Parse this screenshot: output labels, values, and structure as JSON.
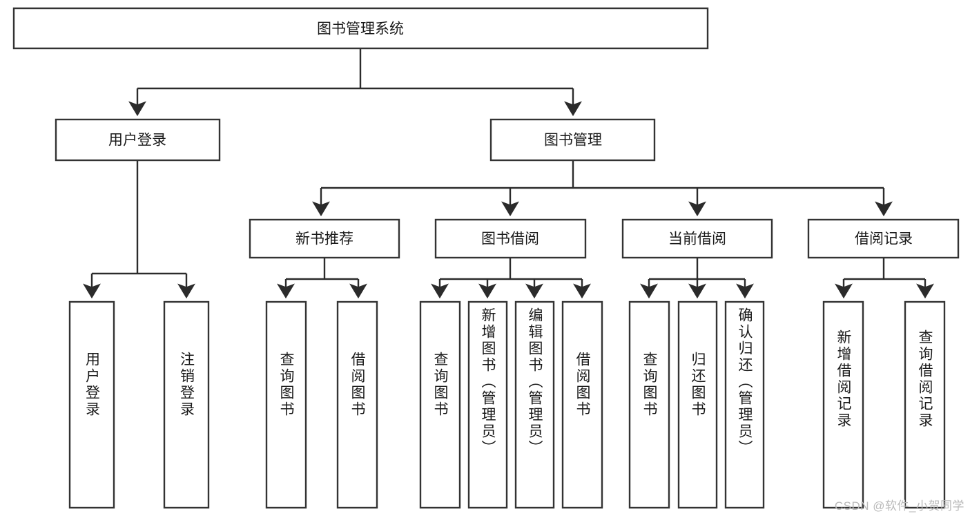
{
  "diagram": {
    "type": "tree",
    "title": "图书管理系统",
    "watermark": "CSDN @软件_小贺同学",
    "colors": {
      "box_stroke": "#333333",
      "box_fill": "#ffffff",
      "connector": "#2b2b2b",
      "text": "#1a1a1a",
      "watermark": "#b9b9b9",
      "background": "#ffffff"
    },
    "root": {
      "label": "图书管理系统",
      "id": "root-system"
    },
    "level2": [
      {
        "id": "user-login",
        "label": "用户登录"
      },
      {
        "id": "book-management",
        "label": "图书管理"
      }
    ],
    "level3": [
      {
        "id": "new-book-recommend",
        "label": "新书推荐",
        "parent": "book-management"
      },
      {
        "id": "book-borrow",
        "label": "图书借阅",
        "parent": "book-management"
      },
      {
        "id": "current-borrow",
        "label": "当前借阅",
        "parent": "book-management"
      },
      {
        "id": "borrow-record",
        "label": "借阅记录",
        "parent": "book-management"
      }
    ],
    "leaves": [
      {
        "id": "leaf-user-login",
        "label": "用户登录",
        "parent": "user-login"
      },
      {
        "id": "leaf-logout-login",
        "label": "注销登录",
        "parent": "user-login"
      },
      {
        "id": "leaf-query-book-1",
        "label": "查询图书",
        "parent": "new-book-recommend"
      },
      {
        "id": "leaf-borrow-book-1",
        "label": "借阅图书",
        "parent": "new-book-recommend"
      },
      {
        "id": "leaf-query-book-2",
        "label": "查询图书",
        "parent": "book-borrow"
      },
      {
        "id": "leaf-add-book",
        "label": "新增图书（管理员）",
        "parent": "book-borrow"
      },
      {
        "id": "leaf-edit-book",
        "label": "编辑图书（管理员）",
        "parent": "book-borrow"
      },
      {
        "id": "leaf-borrow-book-2",
        "label": "借阅图书",
        "parent": "book-borrow"
      },
      {
        "id": "leaf-query-book-3",
        "label": "查询图书",
        "parent": "current-borrow"
      },
      {
        "id": "leaf-return-book",
        "label": "归还图书",
        "parent": "current-borrow"
      },
      {
        "id": "leaf-confirm-return",
        "label": "确认归还（管理员）",
        "parent": "current-borrow"
      },
      {
        "id": "leaf-add-borrow-record",
        "label": "新增借阅记录",
        "parent": "borrow-record"
      },
      {
        "id": "leaf-query-borrow-record",
        "label": "查询借阅记录",
        "parent": "borrow-record"
      }
    ]
  }
}
